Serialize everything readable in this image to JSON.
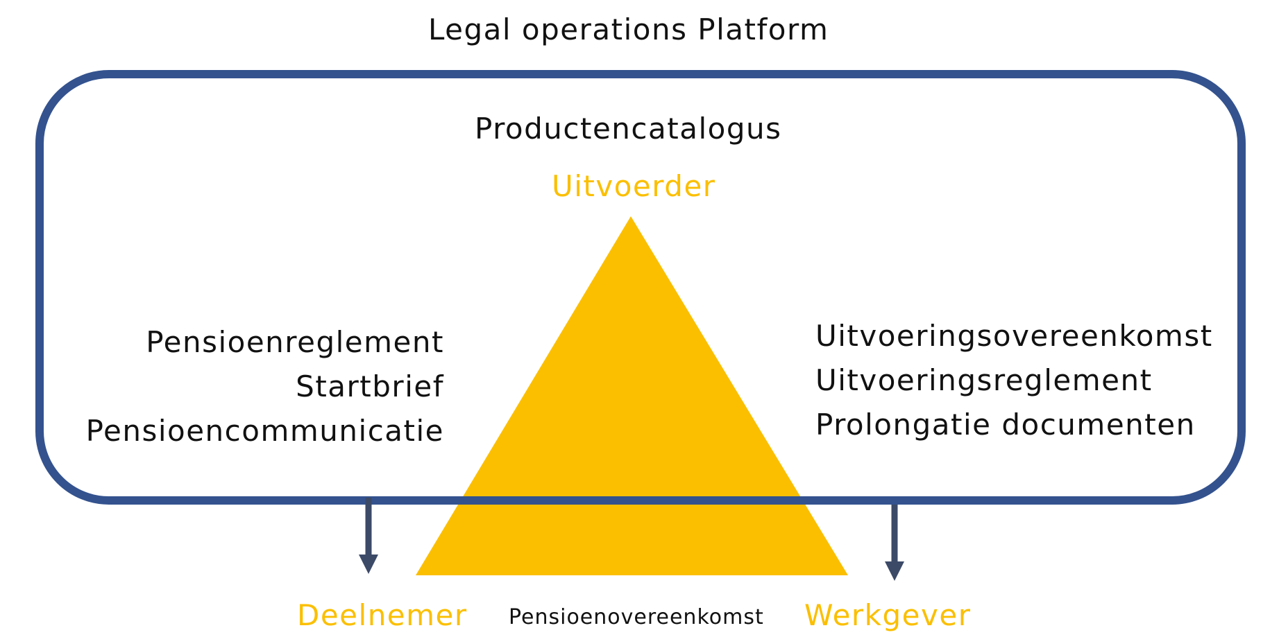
{
  "platform": {
    "title": "Legal operations Platform",
    "catalog_title": "Productencatalogus",
    "border_color": "#33528e"
  },
  "triangle": {
    "color": "#fbbf00",
    "top_label": "Uitvoerder",
    "bottom_left_label": "Deelnemer",
    "bottom_right_label": "Werkgever",
    "base_label": "Pensioenovereenkomst"
  },
  "left_documents": [
    "Pensioenreglement",
    "Startbrief",
    "Pensioencommunicatie"
  ],
  "right_documents": [
    "Uitvoeringsovereenkomst",
    "Uitvoeringsreglement",
    "Prolongatie documenten"
  ],
  "arrows": {
    "color": "#3c4a68"
  }
}
